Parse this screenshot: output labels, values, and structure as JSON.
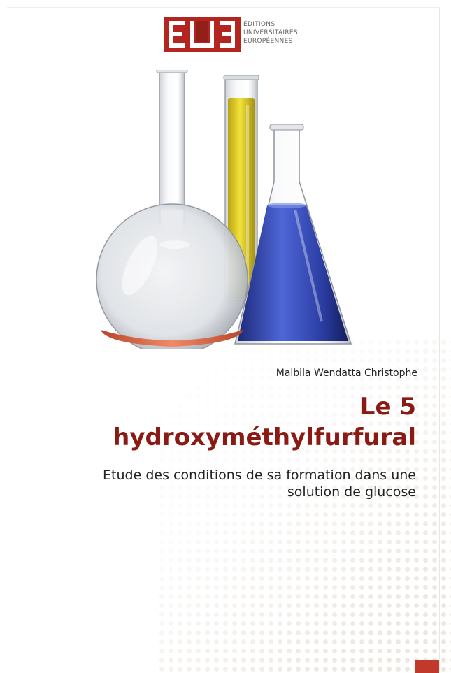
{
  "publisher": {
    "mark": "EUE",
    "lines": [
      "ÉDITIONS",
      "UNIVERSITAIRES",
      "EUROPÉENNES"
    ],
    "brand_color": "#b3251e"
  },
  "author": "Malbila Wendatta Christophe",
  "title_lines": [
    "Le 5",
    "hydroxyméthylfurfural"
  ],
  "subtitle": "Etude des conditions de sa formation dans une solution de glucose",
  "colors": {
    "title": "#8a1a14",
    "accent_tab": "#c0392b",
    "liquid_yellow": "#e6d21c",
    "liquid_blue": "#2c3fa6",
    "liquid_red": "#d9613f"
  },
  "illustration": "laboratory-glassware"
}
